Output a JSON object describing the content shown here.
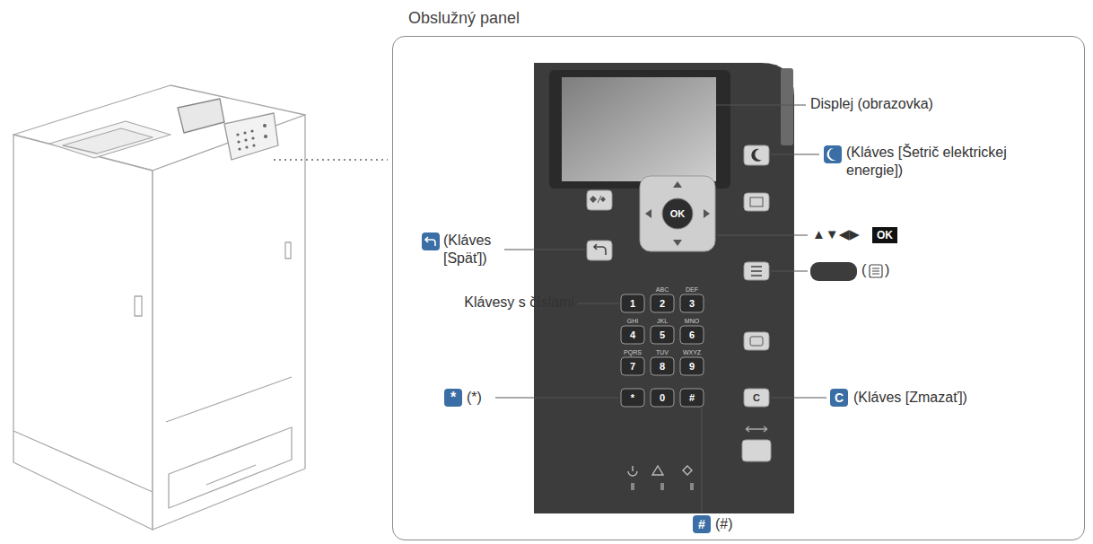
{
  "diagram": {
    "nodes": [
      {
        "text": [
          "Obslužný panel"
        ]
      }
    ],
    "labels": [
      "Displej (obrazovka)",
      "(Kláves [Šetrič elektrickej energie])",
      "▲▼◀▶",
      "OK",
      "(Kláves [Späť])",
      "(",
      ")",
      "Klávesy s číslami",
      "*",
      "(*)",
      "(Kláves [Zmazať])",
      "C",
      "#",
      "(#)",
      "OK",
      "1",
      "2",
      "3",
      "4",
      "5",
      "6",
      "7",
      "8",
      "9",
      "0",
      "*",
      "#",
      "ABC",
      "DEF",
      "GHI",
      "JKL",
      "MNO",
      "PQRS",
      "TUV",
      "WXYZ",
      "C"
    ]
  }
}
